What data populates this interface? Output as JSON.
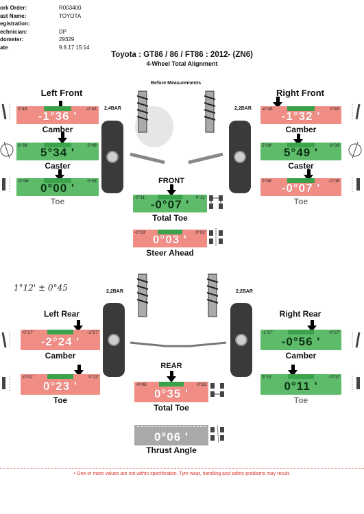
{
  "header": {
    "work_order_label": "ork Order:",
    "work_order": "R003400",
    "last_name_label": "ast Name:",
    "last_name": "TOYOTA",
    "registration_label": "egistration:",
    "registration": "",
    "technician_label": "echnician:",
    "technician": "DP",
    "odometer_label": "dometer:",
    "odometer": "29329",
    "date_label": "ate",
    "date": "9.8.17 15:14"
  },
  "title": "Toyota : GT86 / 86 / FT86 : 2012-  (ZN6)",
  "subtitle": "4-Wheel Total Alignment",
  "before_measurements": "Before Measurements",
  "front": {
    "left_title": "Left Front",
    "right_title": "Right Front",
    "left_pressure": "2,4BAR",
    "right_pressure": "2,2BAR",
    "left_camber": {
      "min": "0°45'",
      "max": "-0°45'",
      "value": "-1°36 '",
      "label": "Camber",
      "status": "red"
    },
    "right_camber": {
      "min": "-0°45'",
      "max": "0°45'",
      "value": "-1°32 '",
      "label": "Camber",
      "status": "red"
    },
    "left_caster": {
      "min": "6°39'",
      "max": "5°09'",
      "value": "5°34 '",
      "label": "Caster",
      "status": "green"
    },
    "right_caster": {
      "min": "5°09'",
      "max": "6°39'",
      "value": "5°49 '",
      "label": "Caster",
      "status": "green"
    },
    "left_toe": {
      "min": "-0°06'",
      "max": "0°06'",
      "value": "0°00 '",
      "label": "Toe",
      "status": "green"
    },
    "right_toe": {
      "min": "0°06'",
      "max": "-0°06'",
      "value": "-0°07 '",
      "label": "Toe",
      "status": "red"
    },
    "center_title": "FRONT",
    "total_toe": {
      "min": "-0°11'",
      "max": "0°11'",
      "value": "-0°07 '",
      "label": "Total Toe",
      "status": "green"
    },
    "steer_ahead": {
      "min": "-0°03'",
      "max": "0°03'",
      "value": "0°03 '",
      "label": "Steer Ahead",
      "status": "red"
    }
  },
  "handwritten": "1°12' ± 0°45",
  "rear": {
    "left_title": "Left Rear",
    "right_title": "Right Rear",
    "left_pressure": "2,2BAR",
    "right_pressure": "2,2BAR",
    "left_camber": {
      "min": "-0°27'",
      "max": "-1°57'",
      "value": "-2°24 '",
      "label": "Camber",
      "status": "red"
    },
    "right_camber": {
      "min": "-1°57'",
      "max": "-0°27'",
      "value": "-0°56 '",
      "label": "Camber",
      "status": "green"
    },
    "left_toe": {
      "min": "-0°02'",
      "max": "0°13'",
      "value": "0°23 '",
      "label": "Toe",
      "status": "red"
    },
    "right_toe": {
      "min": "0°13'",
      "max": "-0°02'",
      "value": "0°11 '",
      "label": "Toe",
      "status": "green"
    },
    "center_title": "REAR",
    "total_toe": {
      "min": "-0°05'",
      "max": "0°25'",
      "value": "0°35 '",
      "label": "Total Toe",
      "status": "red"
    },
    "thrust_angle": {
      "value": "0°06 '",
      "label": "Thrust Angle",
      "status": "gray"
    }
  },
  "footnote": "•   One or more values are not within specification.  Tyre wear, handling and safety problems may result."
}
